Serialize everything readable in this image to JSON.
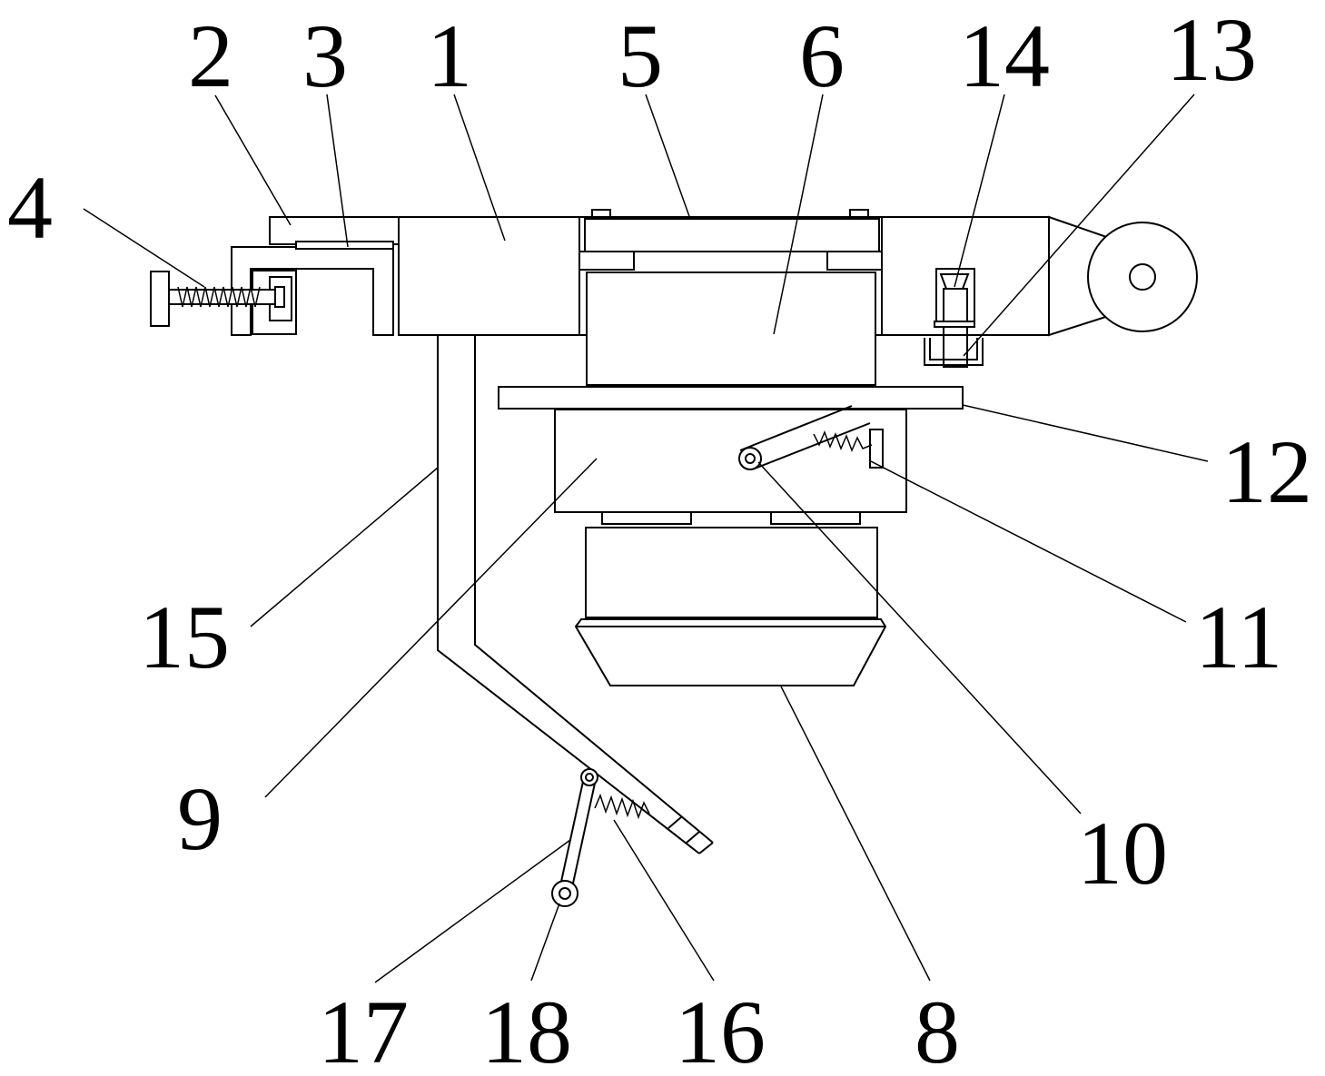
{
  "diagram": {
    "labels": [
      {
        "id": "2",
        "text": "2"
      },
      {
        "id": "3",
        "text": "3"
      },
      {
        "id": "1",
        "text": "1"
      },
      {
        "id": "5",
        "text": "5"
      },
      {
        "id": "6",
        "text": "6"
      },
      {
        "id": "14",
        "text": "14"
      },
      {
        "id": "13",
        "text": "13"
      },
      {
        "id": "4",
        "text": "4"
      },
      {
        "id": "12",
        "text": "12"
      },
      {
        "id": "11",
        "text": "11"
      },
      {
        "id": "15",
        "text": "15"
      },
      {
        "id": "9",
        "text": "9"
      },
      {
        "id": "10",
        "text": "10"
      },
      {
        "id": "17",
        "text": "17"
      },
      {
        "id": "18",
        "text": "18"
      },
      {
        "id": "16",
        "text": "16"
      },
      {
        "id": "8",
        "text": "8"
      }
    ]
  }
}
